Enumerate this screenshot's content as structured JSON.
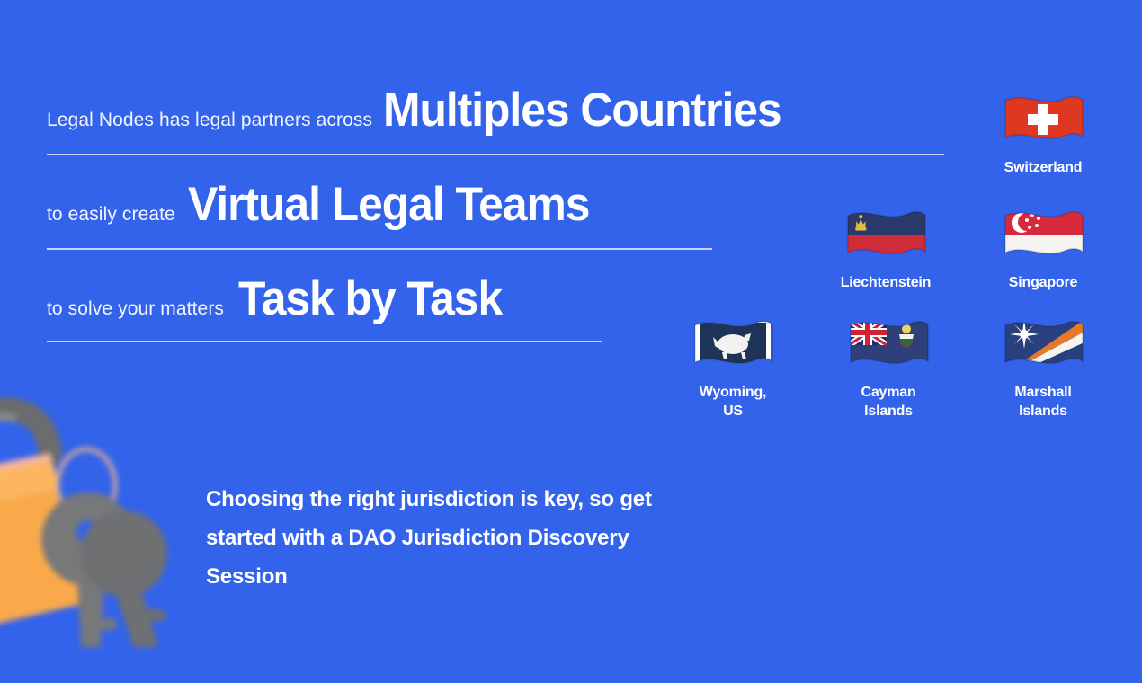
{
  "background_color": "#3363ea",
  "headline": {
    "rows": [
      {
        "lead": "Legal Nodes has legal partners across",
        "strong": "Multiples Countries"
      },
      {
        "lead": "to easily create",
        "strong": "Virtual Legal Teams"
      },
      {
        "lead": "to solve your matters",
        "strong": "Task by Task"
      }
    ]
  },
  "paragraph": {
    "text": "Choosing the right jurisdiction is key, so get started with a DAO Jurisdiction Discovery Session"
  },
  "flags": [
    {
      "id": "switzerland",
      "label": "Switzerland",
      "icon": "flag-switzerland-icon"
    },
    {
      "id": "liechtenstein",
      "label": "Liechtenstein",
      "icon": "flag-liechtenstein-icon"
    },
    {
      "id": "singapore",
      "label": "Singapore",
      "icon": "flag-singapore-icon"
    },
    {
      "id": "wyoming",
      "label": "Wyoming,\nUS",
      "icon": "flag-wyoming-icon"
    },
    {
      "id": "cayman",
      "label": "Cayman\nIslands",
      "icon": "flag-cayman-islands-icon"
    },
    {
      "id": "marshall",
      "label": "Marshall\nIslands",
      "icon": "flag-marshall-islands-icon"
    }
  ],
  "decoration": {
    "padlock_icon": "padlock-with-keys-icon",
    "padlock_body_color": "#f9a94a",
    "key_color": "#6f7072"
  }
}
